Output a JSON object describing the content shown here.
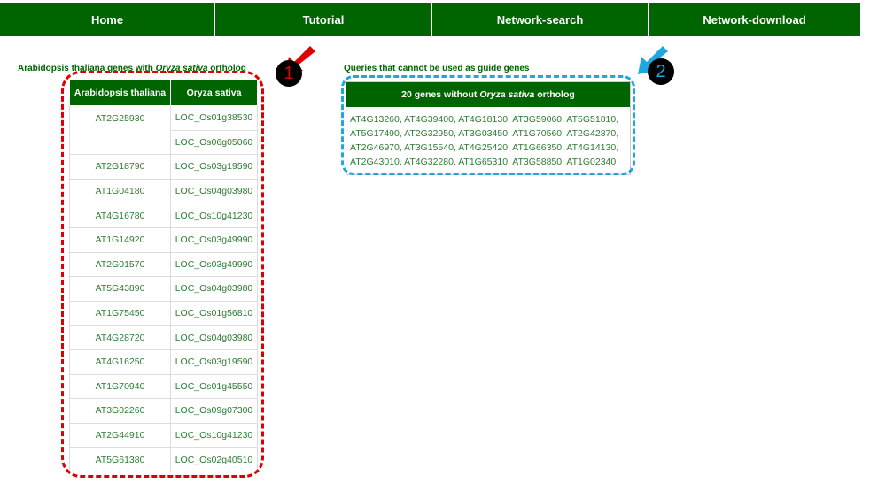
{
  "nav": {
    "items": [
      {
        "label": "Home",
        "name": "nav-home"
      },
      {
        "label": "Tutorial",
        "name": "nav-tutorial"
      },
      {
        "label": "Network-search",
        "name": "nav-network-search"
      },
      {
        "label": "Network-download",
        "name": "nav-network-download"
      }
    ]
  },
  "left_section": {
    "title_prefix": "Arabidopsis thaliana genes with ",
    "title_species": "Oryza sativa",
    "title_suffix": " ortholog",
    "col1": "Arabidopsis thaliana",
    "col2": "Oryza sativa",
    "rows": [
      {
        "at": "AT2G25930",
        "os": [
          "LOC_Os01g38530",
          "LOC_Os06g05060"
        ]
      },
      {
        "at": "AT2G18790",
        "os": [
          "LOC_Os03g19590"
        ]
      },
      {
        "at": "AT1G04180",
        "os": [
          "LOC_Os04g03980"
        ]
      },
      {
        "at": "AT4G16780",
        "os": [
          "LOC_Os10g41230"
        ]
      },
      {
        "at": "AT1G14920",
        "os": [
          "LOC_Os03g49990"
        ]
      },
      {
        "at": "AT2G01570",
        "os": [
          "LOC_Os03g49990"
        ]
      },
      {
        "at": "AT5G43890",
        "os": [
          "LOC_Os04g03980"
        ]
      },
      {
        "at": "AT1G75450",
        "os": [
          "LOC_Os01g56810"
        ]
      },
      {
        "at": "AT4G28720",
        "os": [
          "LOC_Os04g03980"
        ]
      },
      {
        "at": "AT4G16250",
        "os": [
          "LOC_Os03g19590"
        ]
      },
      {
        "at": "AT1G70940",
        "os": [
          "LOC_Os01g45550"
        ]
      },
      {
        "at": "AT3G02260",
        "os": [
          "LOC_Os09g07300"
        ]
      },
      {
        "at": "AT2G44910",
        "os": [
          "LOC_Os10g41230"
        ]
      },
      {
        "at": "AT5G61380",
        "os": [
          "LOC_Os02g40510"
        ]
      }
    ]
  },
  "right_section": {
    "title": "Queries that cannot be used as guide genes",
    "box_head_prefix": "20 genes without",
    "box_head_species": "Oryza sativa",
    "box_head_suffix": "ortholog",
    "gene_lines": [
      "AT4G13260, AT4G39400, AT4G18130, AT3G59060, AT5G51810,",
      "AT5G17490, AT2G32950, AT3G03450, AT1G70560, AT2G42870,",
      "AT2G46970, AT3G15540, AT4G25420, AT1G66350, AT4G14130,",
      "AT2G43010, AT4G32280, AT1G65310, AT3G58850, AT1G02340"
    ]
  },
  "annotations": {
    "marker1": "1",
    "marker2": "2",
    "red_color": "#dd0000",
    "blue_color": "#1fa8e0"
  }
}
